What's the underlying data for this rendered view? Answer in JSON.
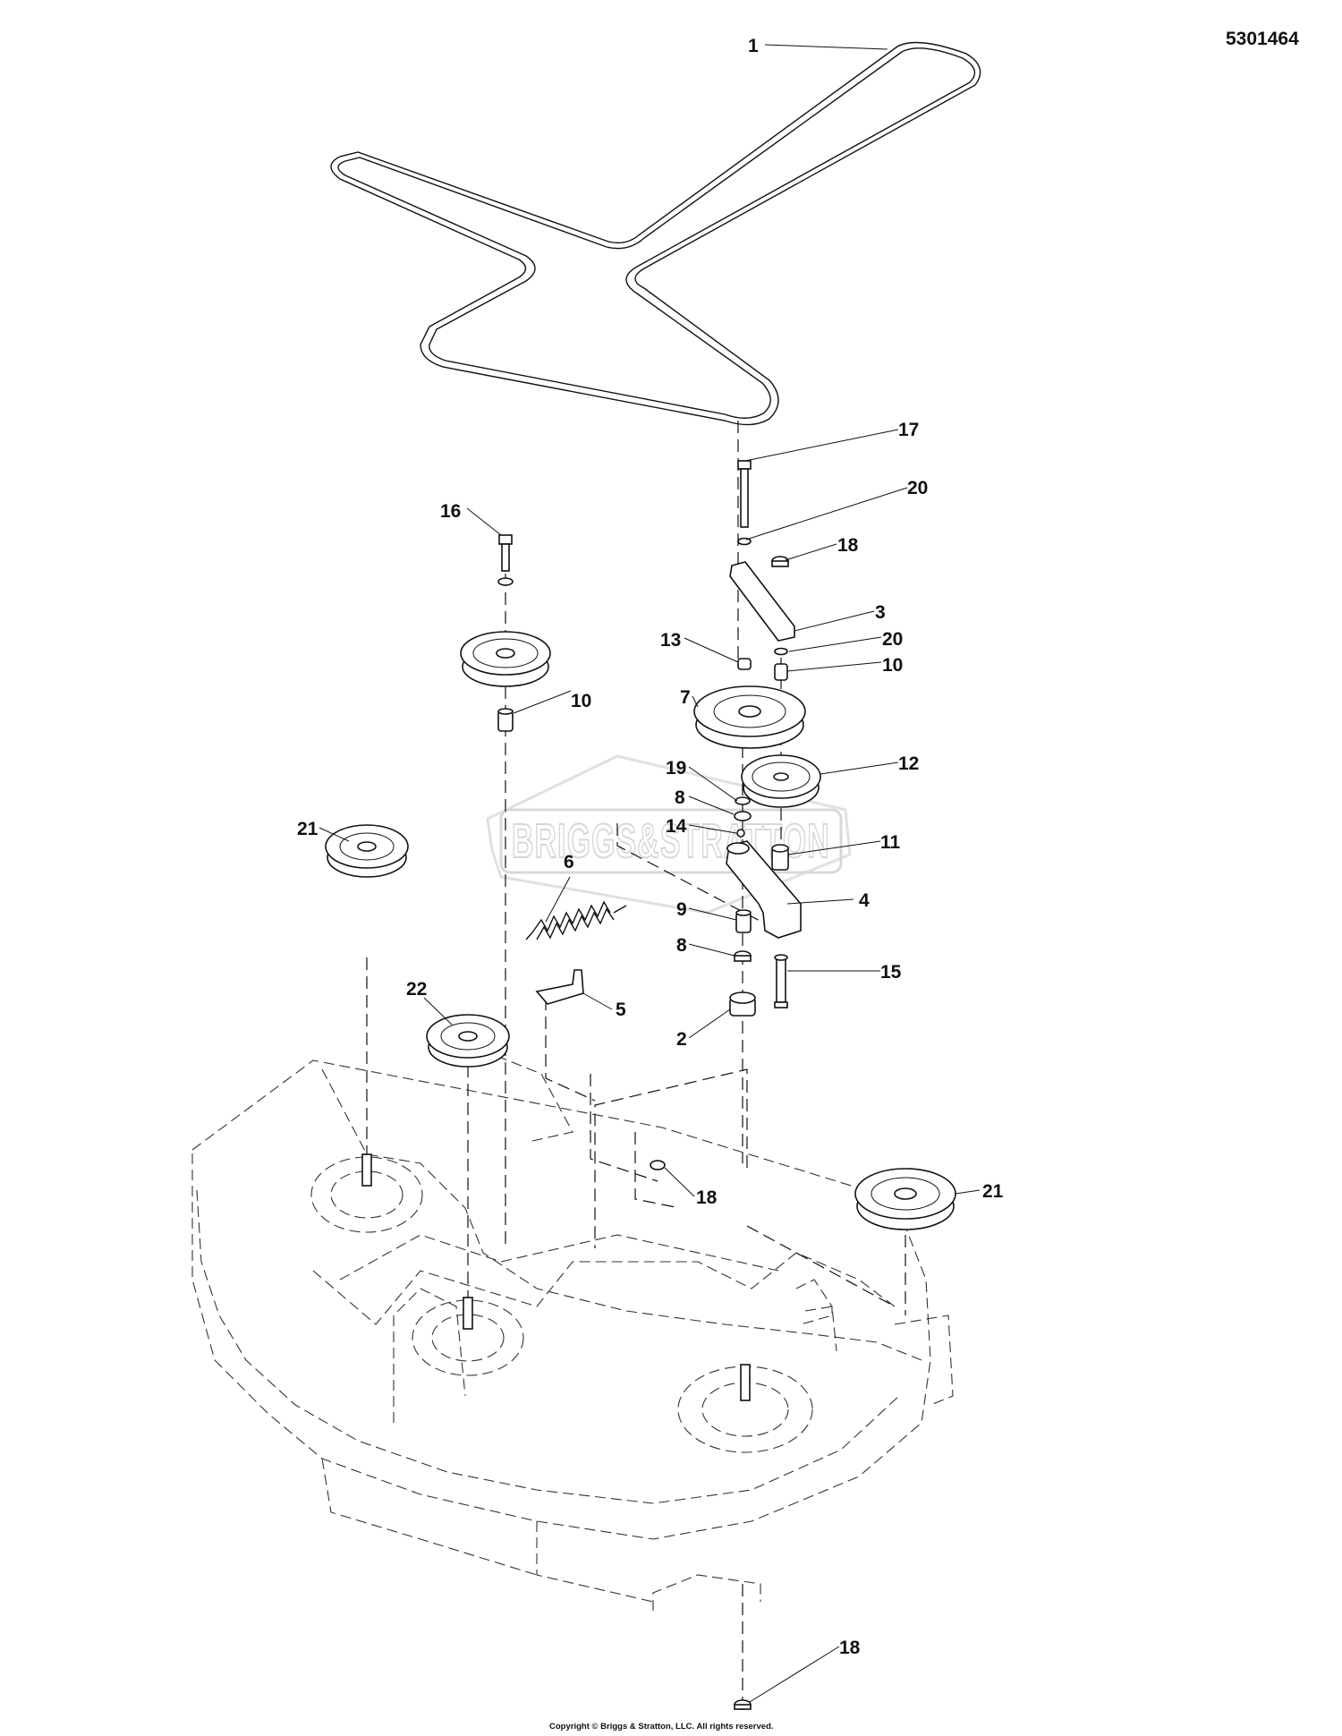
{
  "diagram": {
    "part_number": "5301464",
    "copyright": "Copyright © Briggs & Stratton, LLC. All rights reserved.",
    "watermark": "BRIGGS&STRATTON",
    "callouts": [
      "1",
      "17",
      "20",
      "18",
      "16",
      "3",
      "13",
      "20",
      "10",
      "7",
      "10",
      "12",
      "19",
      "8",
      "21",
      "14",
      "11",
      "6",
      "4",
      "9",
      "8",
      "15",
      "22",
      "5",
      "2",
      "18",
      "21",
      "18"
    ]
  }
}
